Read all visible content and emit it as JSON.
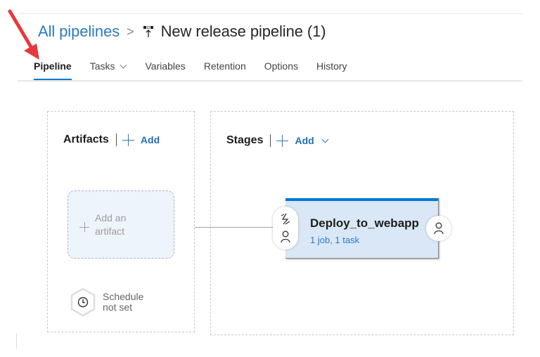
{
  "breadcrumb": {
    "parent_label": "All pipelines",
    "separator": ">",
    "pipeline_icon": "release-pipeline-icon",
    "title": "New release pipeline (1)"
  },
  "tabs": [
    {
      "label": "Pipeline",
      "active": true
    },
    {
      "label": "Tasks",
      "active": false,
      "has_dropdown": true
    },
    {
      "label": "Variables",
      "active": false
    },
    {
      "label": "Retention",
      "active": false
    },
    {
      "label": "Options",
      "active": false
    },
    {
      "label": "History",
      "active": false
    }
  ],
  "artifacts": {
    "title": "Artifacts",
    "add_label": "Add",
    "placeholder_line1": "Add an",
    "placeholder_line2": "artifact",
    "schedule_line1": "Schedule",
    "schedule_line2": "not set",
    "schedule_icon": "clock-icon"
  },
  "stages": {
    "title": "Stages",
    "add_label": "Add",
    "items": [
      {
        "name": "Deploy_to_webapp",
        "summary": "1 job, 1 task",
        "pre_icons": [
          "lightning-trigger-icon",
          "person-approval-icon"
        ],
        "post_icon": "person-approval-icon"
      }
    ]
  },
  "annotation": {
    "arrow_color": "#e8383d",
    "points_to": "Pipeline"
  },
  "colors": {
    "accent": "#0078d4",
    "link": "#2b7bc0",
    "stage_fill": "#d9e7f6",
    "artifact_fill": "#eef4fb"
  }
}
